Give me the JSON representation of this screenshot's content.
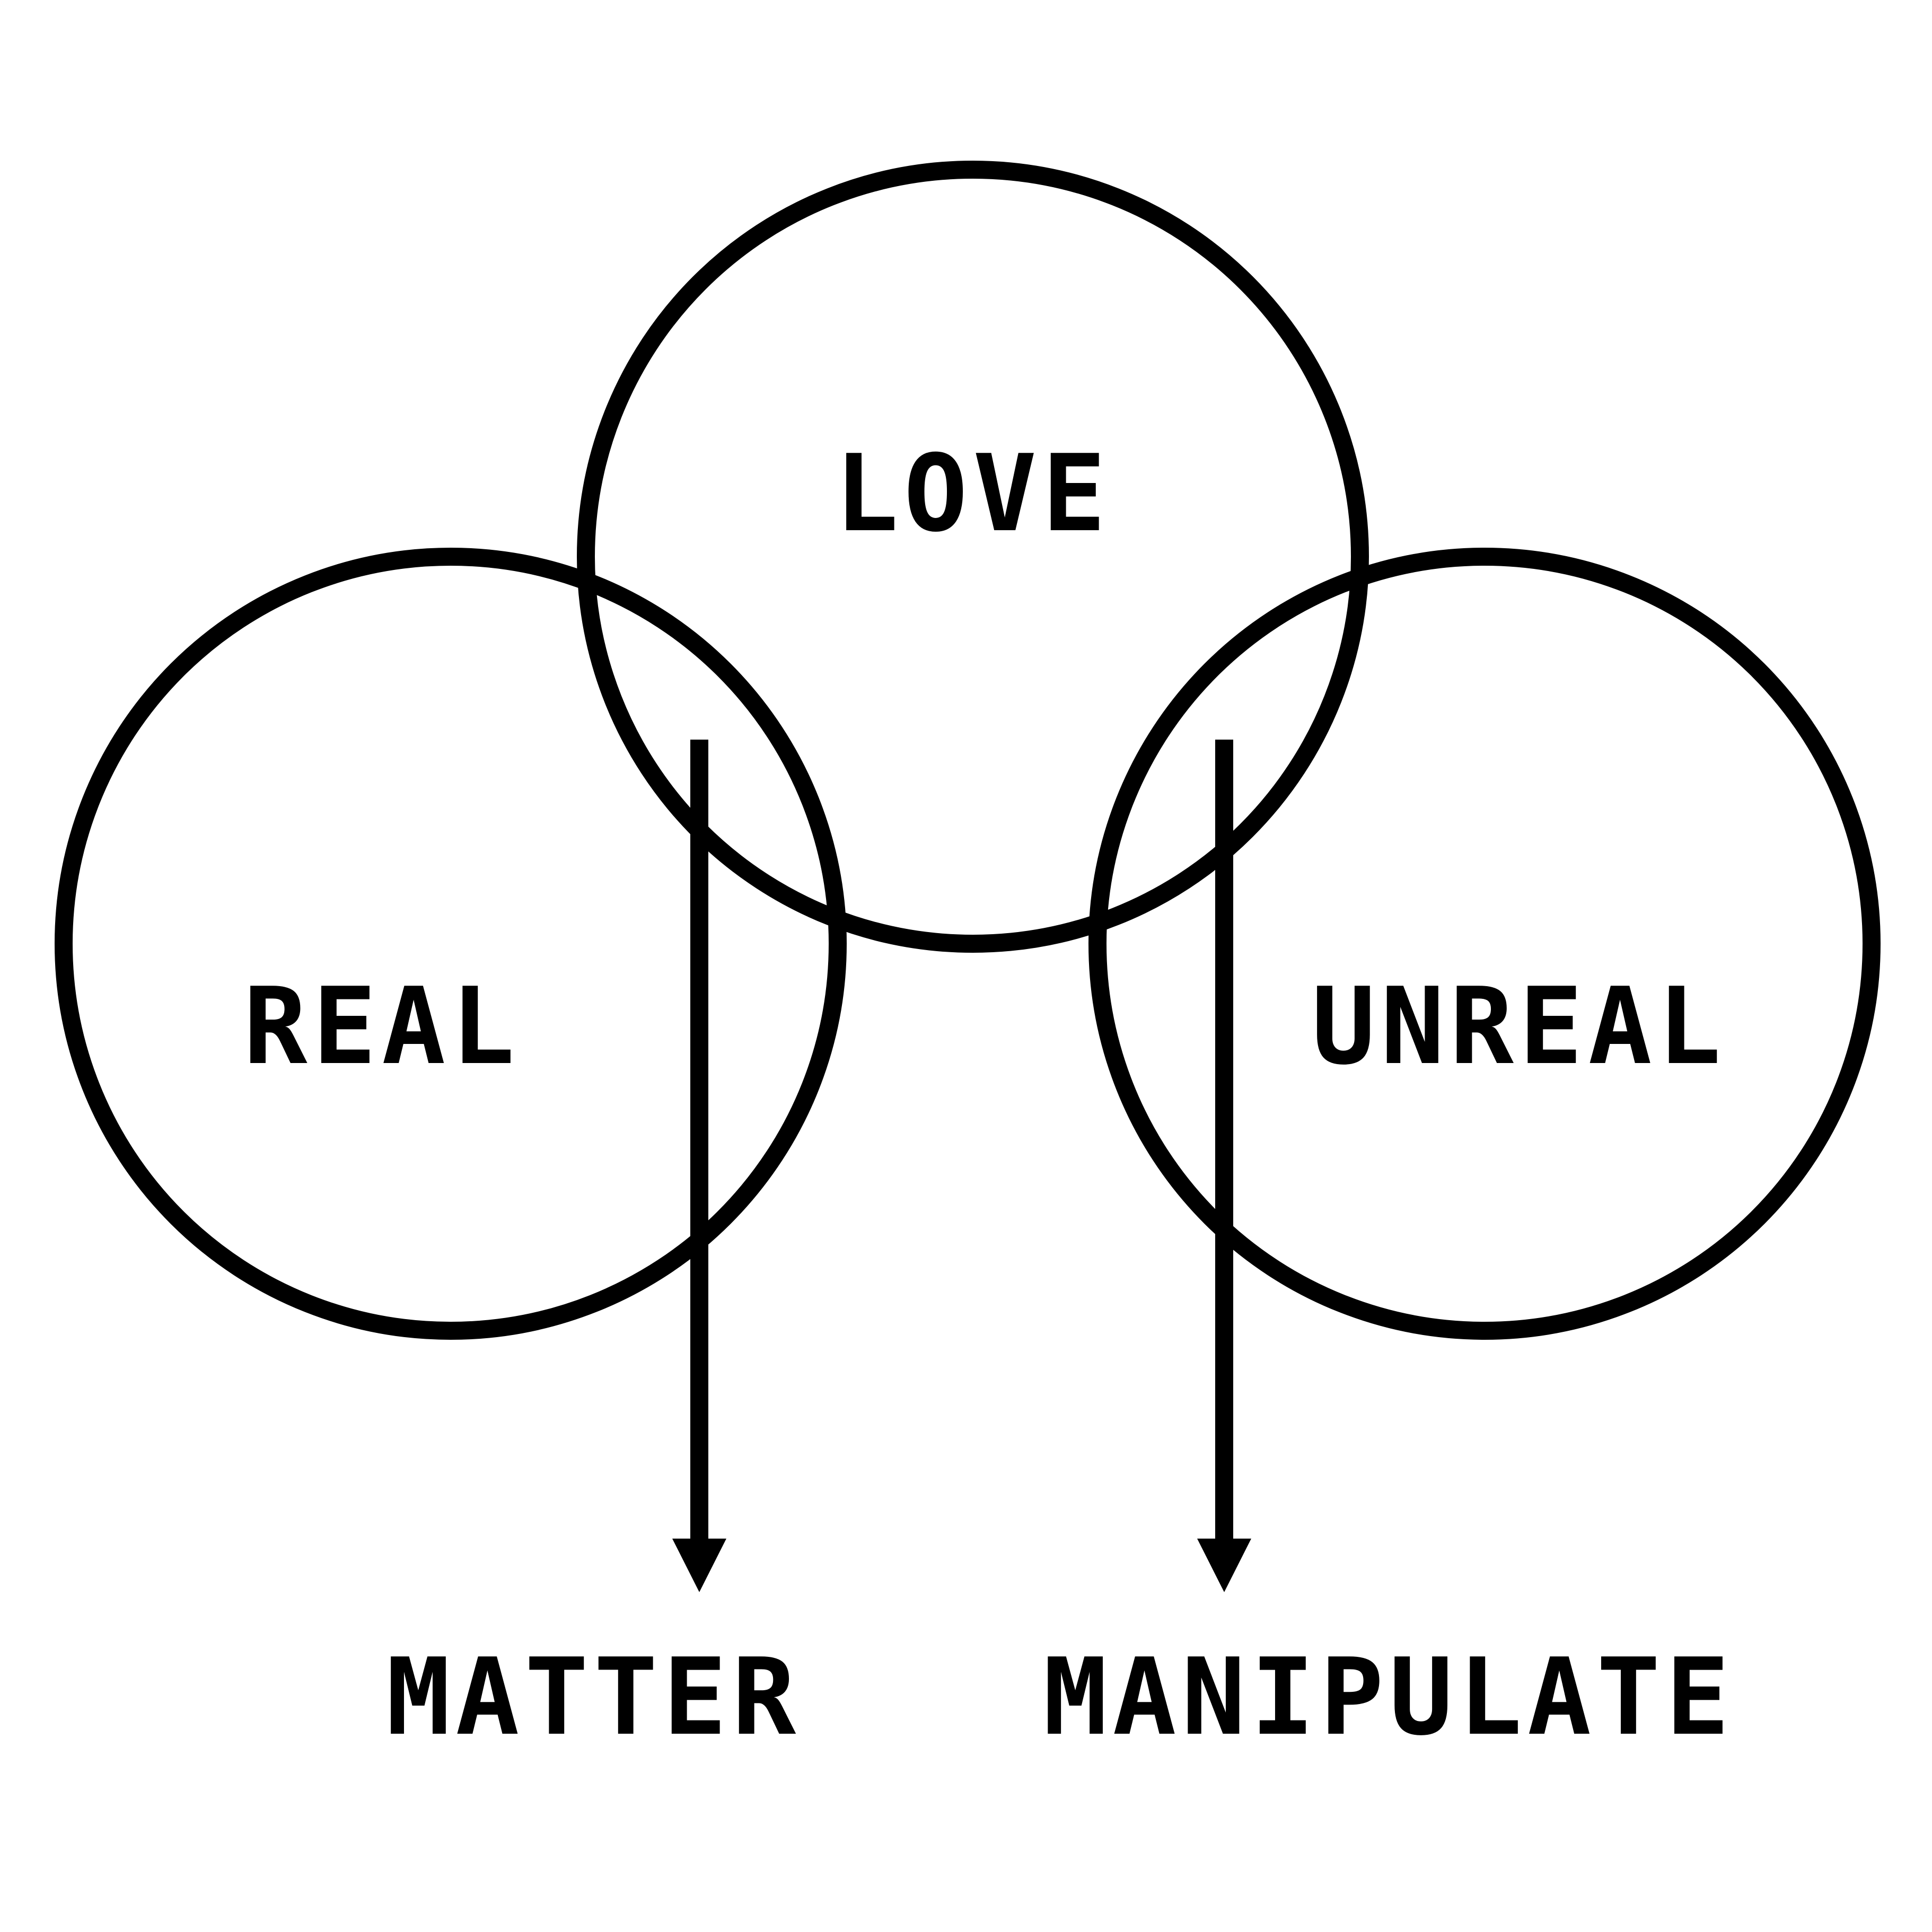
{
  "diagram": {
    "stroke_color": "#000000",
    "background_color": "#ffffff",
    "circles": [
      {
        "id": "love",
        "label": "LOVE"
      },
      {
        "id": "real",
        "label": "REAL"
      },
      {
        "id": "unreal",
        "label": "UNREAL"
      }
    ],
    "arrows": [
      {
        "from": "love-real-overlap",
        "label": "MATTER"
      },
      {
        "from": "love-unreal-overlap",
        "label": "MANIPULATE"
      }
    ]
  }
}
